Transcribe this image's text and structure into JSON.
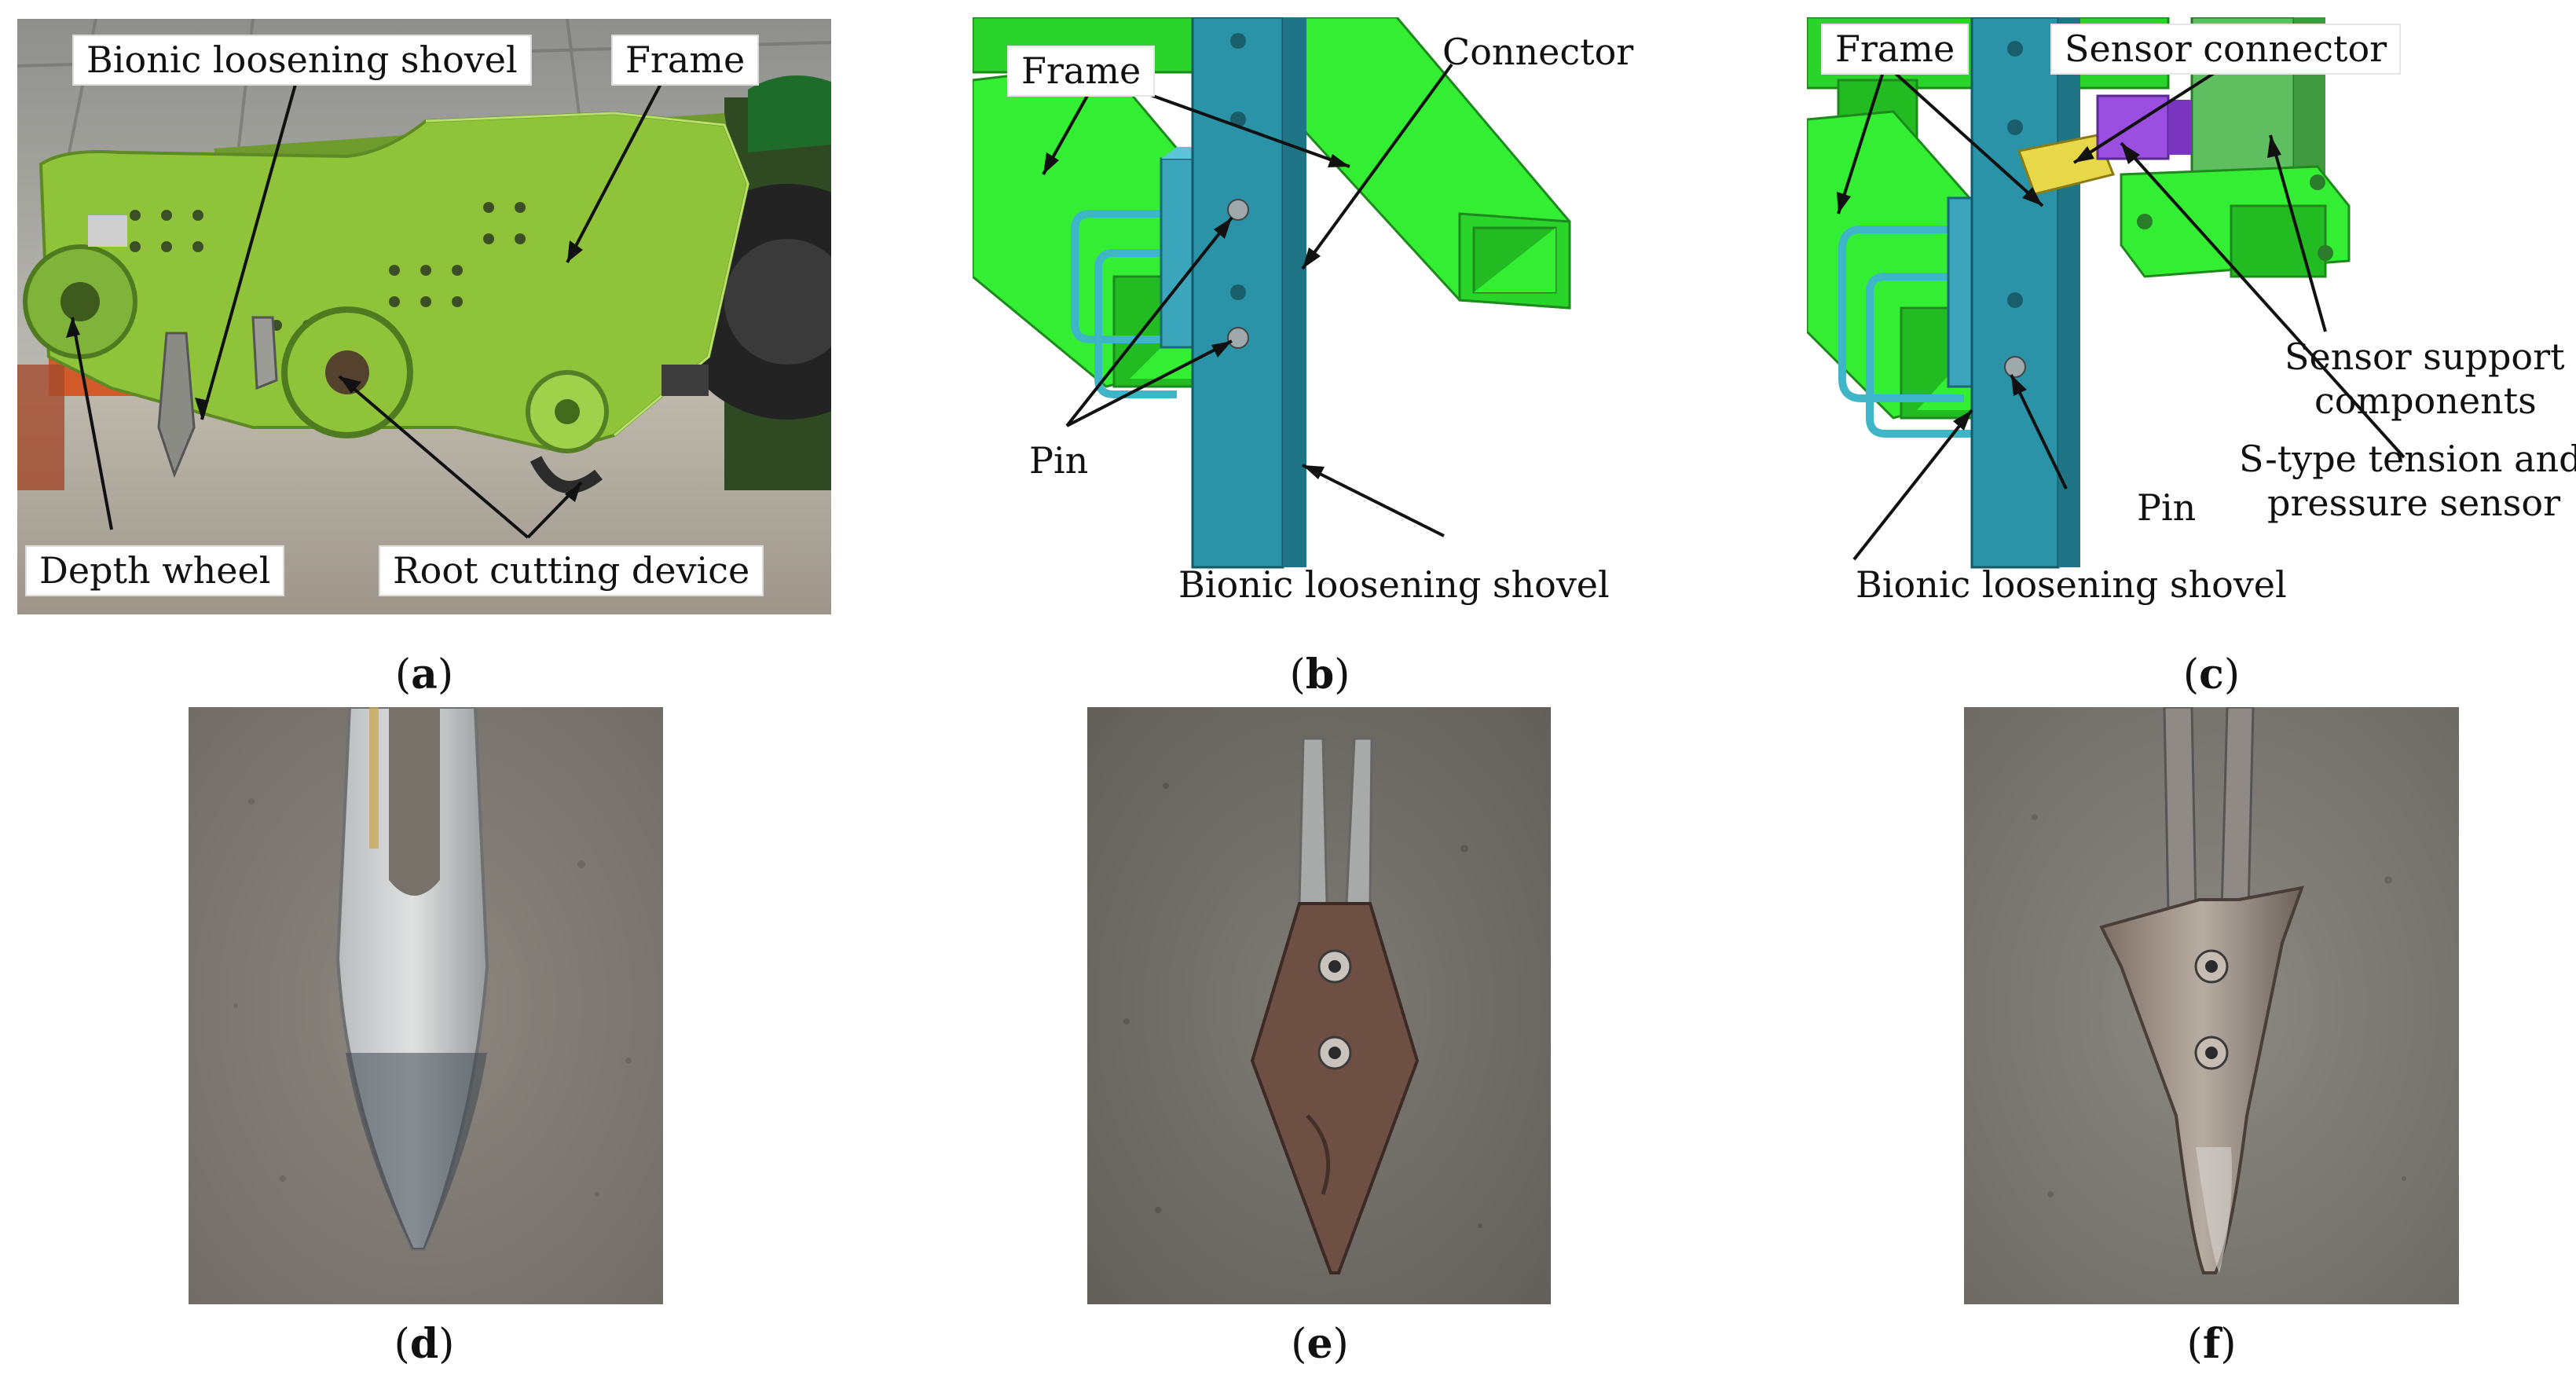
{
  "panel_a": {
    "labels": {
      "shovel": "Bionic loosening shovel",
      "frame": "Frame",
      "depth_wheel": "Depth wheel",
      "root_cutting": "Root cutting device"
    },
    "caption": "a"
  },
  "panel_b": {
    "labels": {
      "frame": "Frame",
      "connector": "Connector",
      "pin": "Pin",
      "shovel": "Bionic loosening shovel"
    },
    "caption": "b"
  },
  "panel_c": {
    "labels": {
      "frame": "Frame",
      "sensor_connector": "Sensor connector",
      "support_line1": "Sensor support",
      "support_line2": "components",
      "sensor_line1": "S-type tension and",
      "sensor_line2": "pressure sensor",
      "pin": "Pin",
      "shovel": "Bionic loosening shovel"
    },
    "caption": "c"
  },
  "panel_d": {
    "caption": "d"
  },
  "panel_e": {
    "caption": "e"
  },
  "panel_f": {
    "caption": "f"
  },
  "colors": {
    "frame_green": "#33ee33",
    "shovel_teal": "#2a93a8",
    "sensor_purple": "#9a4fe0",
    "connector_yellow": "#e7d84a",
    "machine_green": "#8fc43a"
  }
}
